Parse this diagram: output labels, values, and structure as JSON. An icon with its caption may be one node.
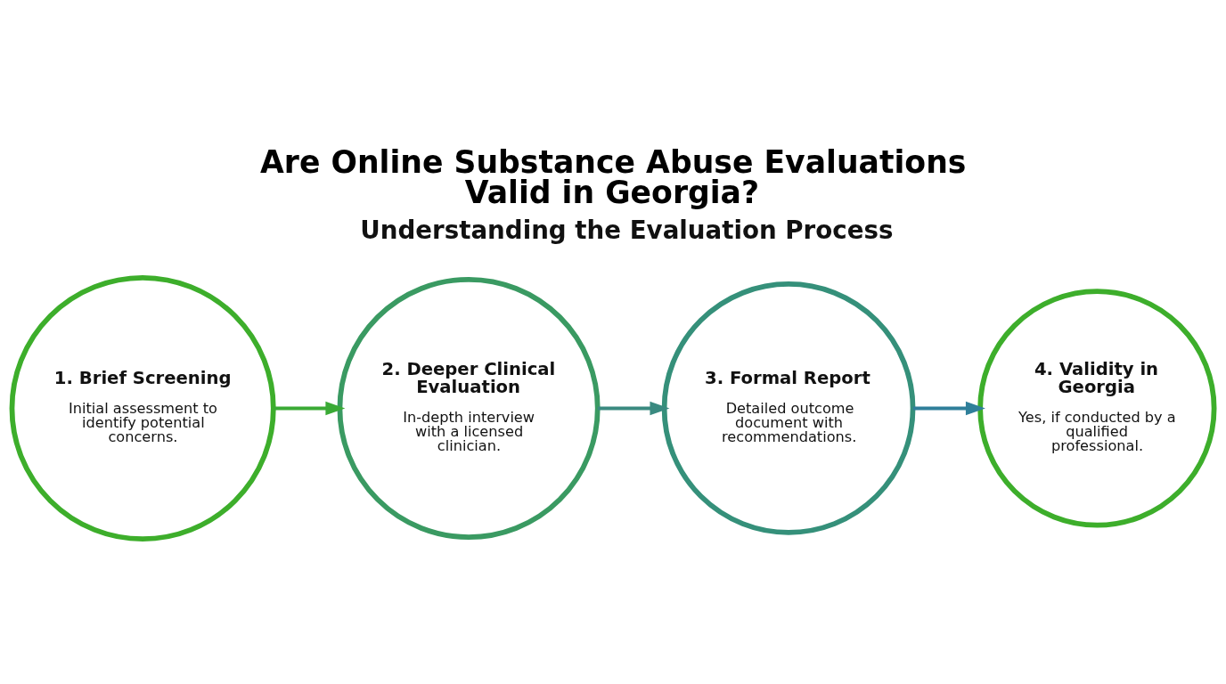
{
  "diagram": {
    "title": "Are Online Substance Abuse Evaluations Valid in Georgia?",
    "nodes": [
      {
        "text": [
          "1. Brief Screening",
          "Initial assessment to identify potential concerns."
        ]
      },
      {
        "text": [
          "2. Deeper Clinical Evaluation",
          "In-depth interview with a licensed clinician."
        ]
      },
      {
        "text": [
          "3. Formal Report",
          "Detailed outcome document with recommendations."
        ]
      },
      {
        "text": [
          "4. Validity in Georgia",
          "Yes, if conducted by a qualified professional."
        ]
      }
    ],
    "edges": [
      {
        "from": 0,
        "to": 1,
        "arrow": "to",
        "color": "#3aaa35"
      },
      {
        "from": 1,
        "to": 2,
        "arrow": "to",
        "color": "#3a8a80"
      },
      {
        "from": 2,
        "to": 3,
        "arrow": "to",
        "color": "#2f7f9a"
      }
    ],
    "labels": [
      "Understanding the Evaluation Process"
    ]
  }
}
